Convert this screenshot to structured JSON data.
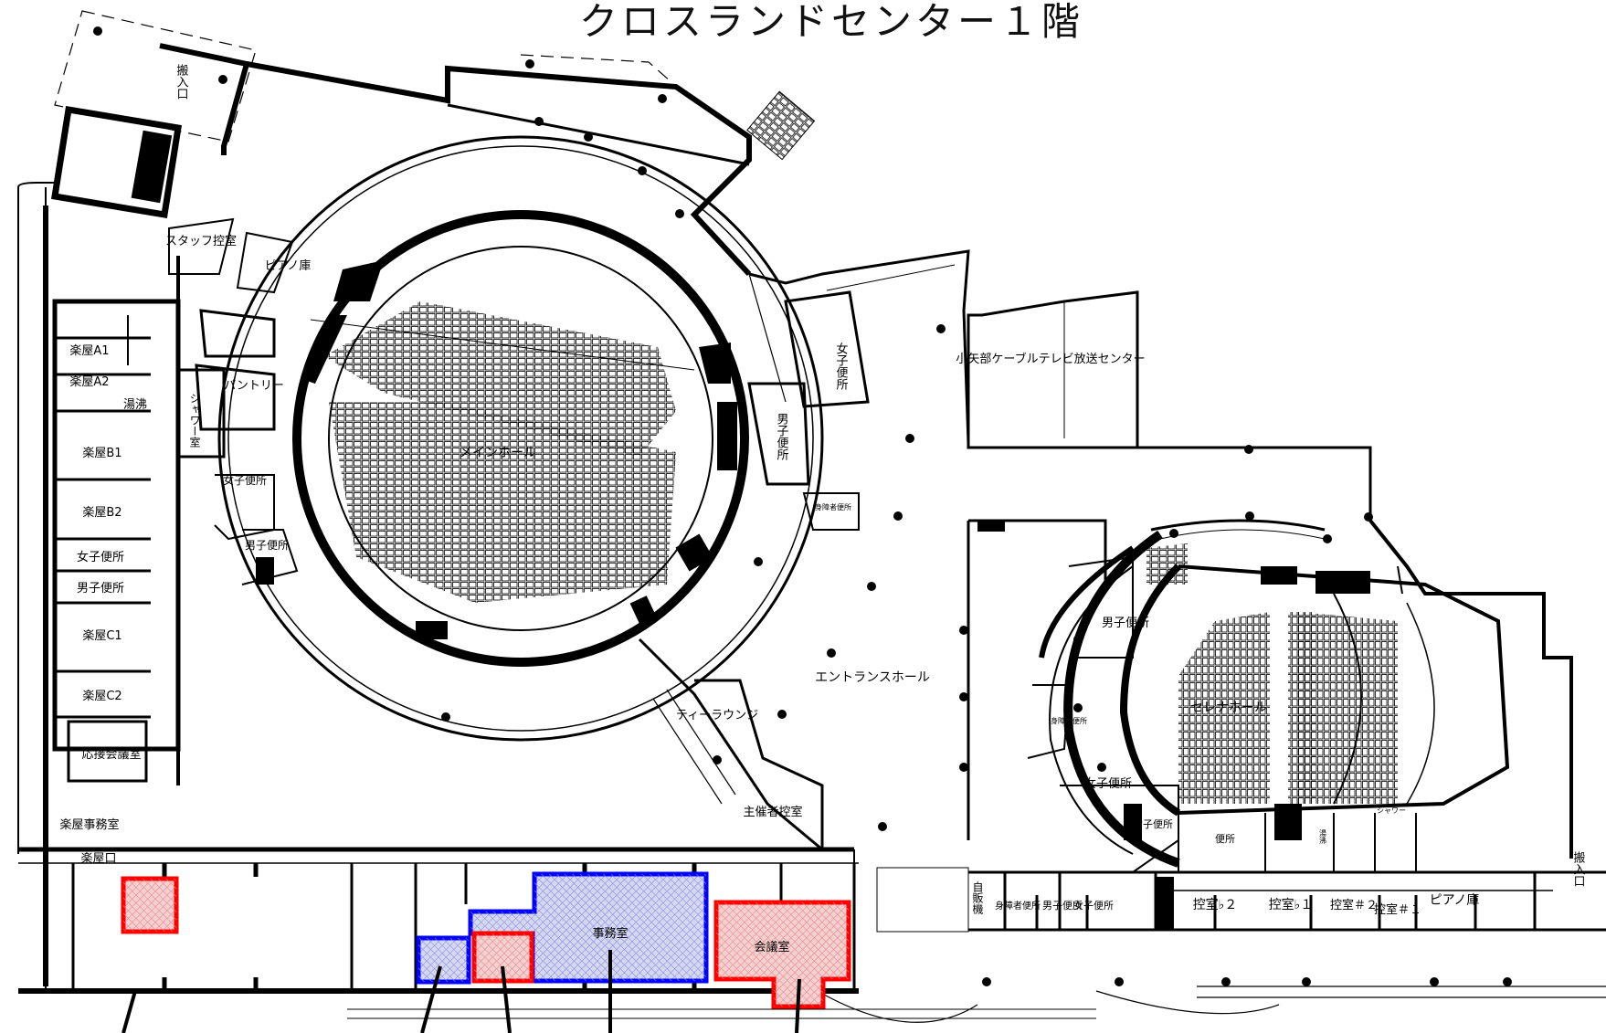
{
  "title": "クロスランドセンター１階",
  "colors": {
    "highlight_red": "#ff0000",
    "highlight_blue": "#0000ff",
    "red_hatch": "#f4b8b8",
    "blue_hatch": "#b8bbe8",
    "wall": "#000000"
  },
  "rooms": {
    "hannyuguchi_top": "搬入口",
    "staff_room": "スタッフ控室",
    "piano_room_main": "ピアノ庫",
    "pantry": "パントリー",
    "shower_room": "シャワー室",
    "gakuya_a1": "楽屋A1",
    "gakuya_a2": "楽屋A2",
    "yuwakashi_left": "湯沸",
    "gakuya_b1": "楽屋B1",
    "gakuya_b2": "楽屋B2",
    "womens_wc_left": "女子便所",
    "mens_wc_left": "男子便所",
    "gakuya_c1": "楽屋C1",
    "gakuya_c2": "楽屋C2",
    "reception_meeting": "応接会議室",
    "gakuya_office": "楽屋事務室",
    "gakuya_entrance": "楽屋口",
    "womens_wc_hall": "女子便所",
    "mens_wc_hall": "男子便所",
    "main_hall": "メインホール",
    "womens_wc_east": "女子便所",
    "mens_wc_east": "男子便所",
    "accessible_wc_east": "身障者便所",
    "cable_tv": "小矢部ケーブルテレビ放送センター",
    "entrance_hall": "エントランスホール",
    "tea_lounge": "ティーラウンジ",
    "organizer_room": "主催者控室",
    "serena_hall": "セレナホール",
    "mens_wc_serena": "男子便所",
    "accessible_wc_serena": "身障者便所",
    "womens_wc_serena": "女子便所",
    "womens_wc_serena_small": "女子便所",
    "wc_small": "便所",
    "yuwakashi_right": "湯沸",
    "shower_right": "シャワー",
    "hannyuguchi_right": "搬入口",
    "vending": "自販機",
    "accessible_wc_south": "身障者便所",
    "mens_wc_south": "男子便所",
    "womens_wc_south": "女子便所",
    "hikae_b2": "控室♭２",
    "hikae_b1": "控室♭１",
    "hikae_s2": "控室＃２",
    "hikae_s1": "控室＃１",
    "piano_room_right": "ピアノ庫",
    "office": "事務室",
    "meeting_room": "会議室"
  }
}
